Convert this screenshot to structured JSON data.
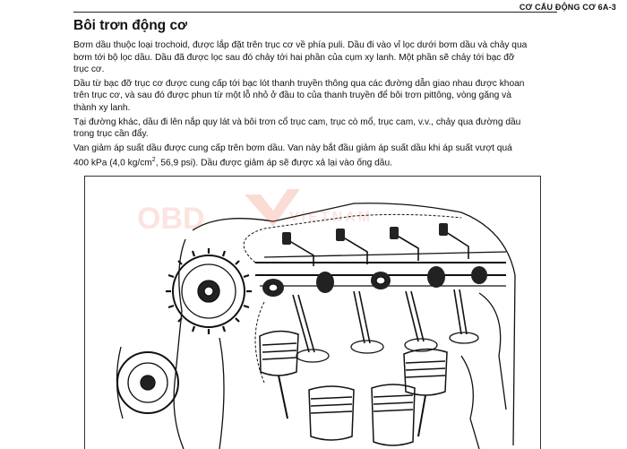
{
  "header": {
    "section": "CƠ CẤU ĐỘNG CƠ 6A-3"
  },
  "title": "Bôi trơn động cơ",
  "paragraphs": [
    {
      "lines": [
        "Bơm dầu thuộc loại trochoid, được lắp đặt trên trục cơ về phía puli. Dầu đi vào vỉ lọc dưới bơm dầu và chảy qua",
        "bơm tới bộ lọc dầu. Dầu đã được lọc sau đó chảy tới hai phần của cụm xy lanh. Một phần sẽ chảy tới bạc đỡ",
        "trục cơ."
      ]
    },
    {
      "lines": [
        "Dầu từ bạc đỡ trục cơ được cung cấp tới bạc lót thanh truyền thông qua các đường dẫn giao nhau được khoan",
        "trên trục cơ, và sau đó được phun từ một lỗ nhỏ ở đầu to của thanh truyền để bôi trơn pittông, vòng găng và",
        "thành xy lanh."
      ]
    },
    {
      "lines": [
        "Tại đường khác, dầu đi lên nắp quy lát và bôi trơn cổ trục cam, trục cò mổ, trục cam, v.v., chảy qua đường dầu",
        "trong trục cần đẩy."
      ]
    },
    {
      "lines": [
        "Van giảm áp suất dầu được cung cấp trên bơm dầu. Van này bắt đầu giảm áp suất dầu khi áp suất vượt quá"
      ],
      "pressure": {
        "prefix": "400 kPa (4,0 kg/cm",
        "superscript": "2",
        "suffix": ", 56,9 psi). Dầu được giảm áp sẽ được xả lại vào ống dầu."
      }
    }
  ],
  "watermark": {
    "text_left": "OBD",
    "text_right": "VIETNAM",
    "color": "#e8603c"
  }
}
